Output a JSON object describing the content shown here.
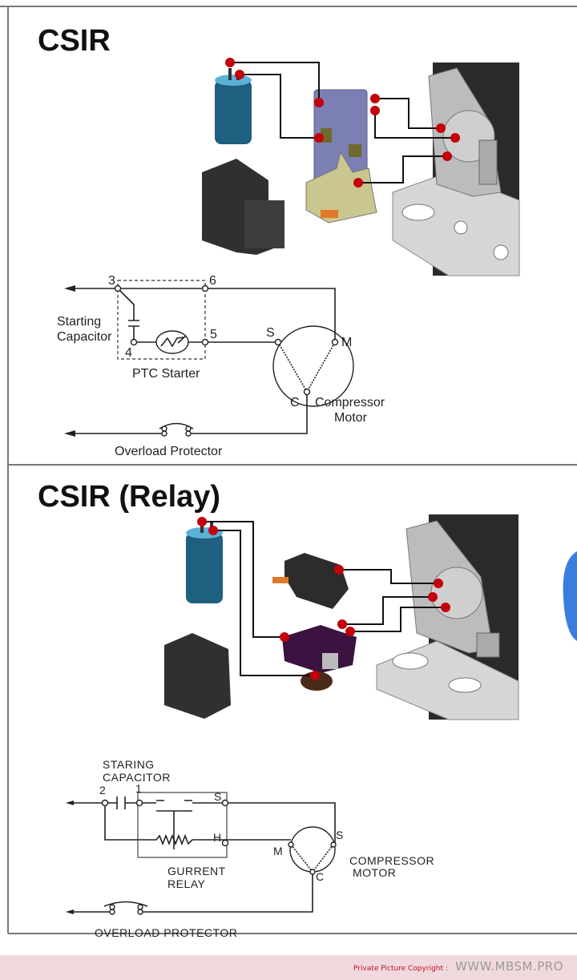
{
  "sections": [
    {
      "title": "CSIR",
      "schematic": {
        "terminal_3": "3",
        "terminal_6": "6",
        "terminal_4": "4",
        "terminal_5": "5",
        "starting_capacitor_line1": "Starting",
        "starting_capacitor_line2": "Capacitor",
        "ptc_starter": "PTC Starter",
        "motor_s": "S",
        "motor_m": "M",
        "motor_c": "C",
        "compressor_line1": "Compressor",
        "compressor_line2": "Motor",
        "overload_protector": "Overload Protector"
      }
    },
    {
      "title": "CSIR (Relay)",
      "schematic": {
        "staring_capacitor_line1": "STARING",
        "staring_capacitor_line2": "CAPACITOR",
        "terminal_2": "2",
        "terminal_1": "1",
        "relay_s": "S",
        "relay_h": "H",
        "motor_m": "M",
        "motor_s": "S",
        "motor_c": "C",
        "current_relay_line1": "GURRENT",
        "current_relay_line2": "RELAY",
        "compressor_line1": "COMPRESSOR",
        "compressor_line2": "MOTOR",
        "overload_protector": "OVERLOAD PROTECTOR"
      }
    }
  ],
  "footer": {
    "copyright_label": "Private Picture Copyright :",
    "site": "WWW.MBSM.PRO"
  },
  "colors": {
    "wire_connection_dot": "#c4000b",
    "footer_background": "#f0d9dc",
    "side_accent": "#3b7ddd"
  }
}
